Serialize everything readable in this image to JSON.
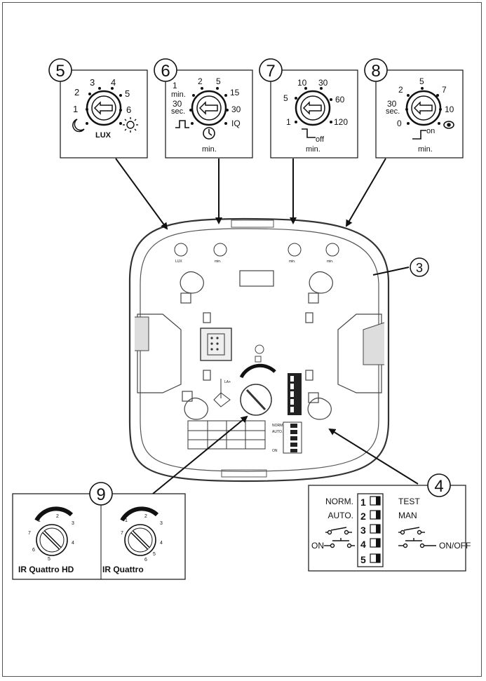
{
  "callouts": {
    "c3": "3",
    "c4": "4",
    "c5": "5",
    "c6": "6",
    "c7": "7",
    "c8": "8",
    "c9": "9"
  },
  "dial5": {
    "labels": [
      "1",
      "2",
      "3",
      "4",
      "5",
      "6"
    ],
    "caption": "LUX"
  },
  "dial6": {
    "labels": [
      "1",
      "min.",
      "2",
      "5",
      "15",
      "30",
      "sec.",
      "30",
      "IQ"
    ],
    "caption": "min."
  },
  "dial7": {
    "labels": [
      "10",
      "30",
      "5",
      "60",
      "1",
      "120"
    ],
    "off_label": "off",
    "caption": "min."
  },
  "dial8": {
    "labels": [
      "5",
      "2",
      "7",
      "30",
      "sec.",
      "10",
      "0"
    ],
    "on_label": "on",
    "caption": "min."
  },
  "dip": {
    "left_labels": [
      "NORM.",
      "AUTO."
    ],
    "right_labels": [
      "TEST",
      "MAN"
    ],
    "on_label": "ON",
    "onoff_label": "ON/OFF",
    "numbers": [
      "1",
      "2",
      "3",
      "4",
      "5"
    ]
  },
  "sensitivity": {
    "left_title": "IR Quattro HD",
    "right_title": "IR Quattro",
    "numbers": [
      "1",
      "2",
      "3",
      "4",
      "5",
      "6",
      "7"
    ]
  },
  "device": {
    "mini_dial_texts": [
      "LUX",
      "min.",
      "min.",
      "min."
    ],
    "dip_labels": [
      "NORM.",
      "AUTO.",
      "ON"
    ],
    "fig_label": "LA+"
  },
  "colors": {
    "line": "#111111",
    "bg": "#ffffff",
    "device_stroke": "#333333"
  }
}
